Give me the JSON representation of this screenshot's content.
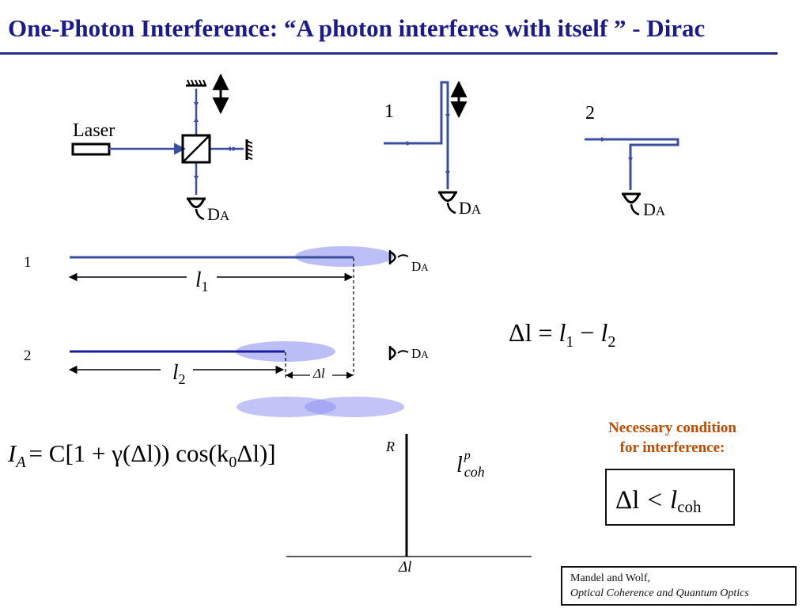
{
  "slide": {
    "title": "One-Photon Interference: “A photon interferes with itself ” - Dirac",
    "necessary_line1": "Necessary condition",
    "necessary_line2": "for interference:",
    "reference_author": "Mandel and Wolf,",
    "reference_book": "Optical Coherence and Quantum Optics"
  },
  "labels": {
    "laser": "Laser",
    "detector": "D",
    "detector_sub": "A",
    "path1": "1",
    "path2": "2",
    "length1_var": "l",
    "length1_sub": "1",
    "length2_var": "l",
    "length2_sub": "2",
    "delta_small": "Δl",
    "delta_var": "Δl",
    "equals": "=",
    "minus": "−",
    "less_than": "<",
    "coh_sub": "coh",
    "plot_ylabel": "R",
    "plot_xlabel": "Δl",
    "plot_annot_var": "l",
    "plot_annot_sup": "p",
    "plot_annot_sub": "coh",
    "intensity_I": "I",
    "intensity_I_sub": "A",
    "intensity_rhs": "= C[1 + γ(Δl)) cos(k",
    "intensity_k_sub": "0",
    "intensity_tail": "Δl)]"
  },
  "colors": {
    "title": "#1a1a8c",
    "beam": "#3a4fa0",
    "pulse": "#8f92f0",
    "condition": "#c04a00"
  }
}
